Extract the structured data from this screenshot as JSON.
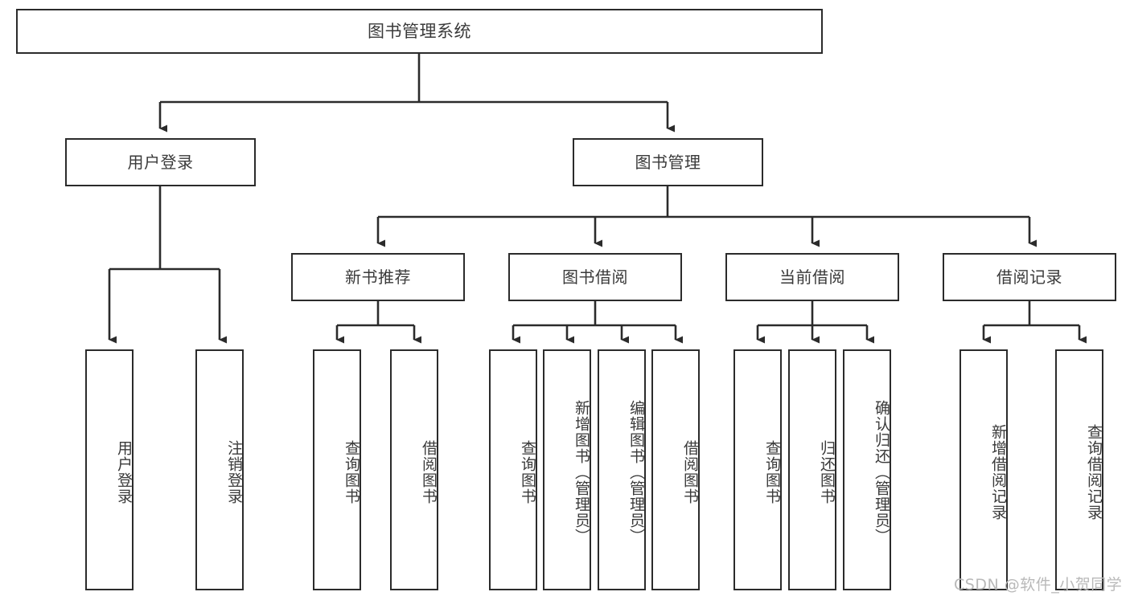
{
  "diagram": {
    "title": "图书管理系统",
    "root": {
      "label": "图书管理系统"
    },
    "level1": [
      {
        "label": "用户登录"
      },
      {
        "label": "图书管理"
      }
    ],
    "level2": [
      {
        "label": "新书推荐"
      },
      {
        "label": "图书借阅"
      },
      {
        "label": "当前借阅"
      },
      {
        "label": "借阅记录"
      }
    ],
    "leaves": {
      "user_login": [
        {
          "label": "用户登录"
        },
        {
          "label": "注销登录"
        }
      ],
      "new_book_recommend": [
        {
          "label": "查询图书"
        },
        {
          "label": "借阅图书"
        }
      ],
      "book_borrow": [
        {
          "label": "查询图书"
        },
        {
          "label": "新增图书（管理员）"
        },
        {
          "label": "编辑图书（管理员）"
        },
        {
          "label": "借阅图书"
        }
      ],
      "current_borrow": [
        {
          "label": "查询图书"
        },
        {
          "label": "归还图书"
        },
        {
          "label": "确认归还（管理员）"
        }
      ],
      "borrow_record": [
        {
          "label": "新增借阅记录"
        },
        {
          "label": "查询借阅记录"
        }
      ]
    }
  },
  "watermark": {
    "text": "CSDN @软件_小贺同学"
  },
  "colors": {
    "stroke": "#2b2b2b",
    "text": "#3a3a3a",
    "background": "#ffffff",
    "watermark": "#b9b9b9"
  }
}
